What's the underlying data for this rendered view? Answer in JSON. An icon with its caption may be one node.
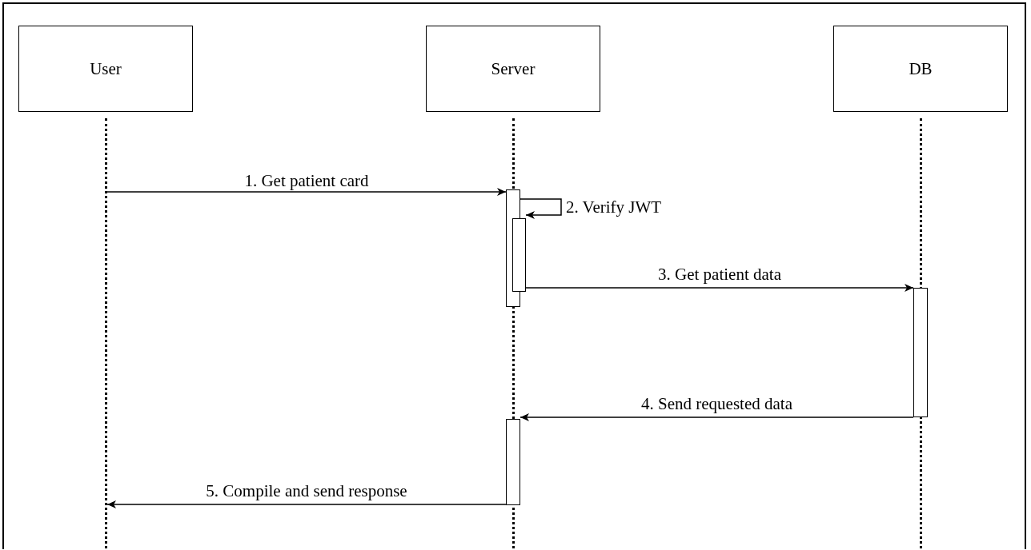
{
  "diagram": {
    "nodes": [
      {
        "text": [
          "User"
        ]
      },
      {
        "text": [
          "Server"
        ]
      },
      {
        "text": [
          "DB"
        ]
      },
      {
        "text": [],
        "shape": "lifeline"
      },
      {
        "text": [],
        "shape": "lifeline"
      },
      {
        "text": [],
        "shape": "lifeline"
      },
      {
        "text": [],
        "shape": "bar"
      },
      {
        "text": [],
        "shape": "bar"
      },
      {
        "text": [],
        "shape": "bar"
      },
      {
        "text": [],
        "shape": "bar"
      }
    ],
    "edges": [
      {
        "from": 3,
        "to": 6,
        "arrow": "to",
        "label": "1. Get patient card"
      },
      {
        "from": 6,
        "to": 7,
        "arrow": "to",
        "label": "2. Verify JWT"
      },
      {
        "from": 7,
        "to": 8,
        "arrow": "to",
        "label": "3. Get patient data"
      },
      {
        "from": 8,
        "to": 9,
        "arrow": "to",
        "label": "4. Send requested data"
      },
      {
        "from": 9,
        "to": 3,
        "arrow": "to",
        "label": "5. Compile and send response"
      }
    ]
  }
}
